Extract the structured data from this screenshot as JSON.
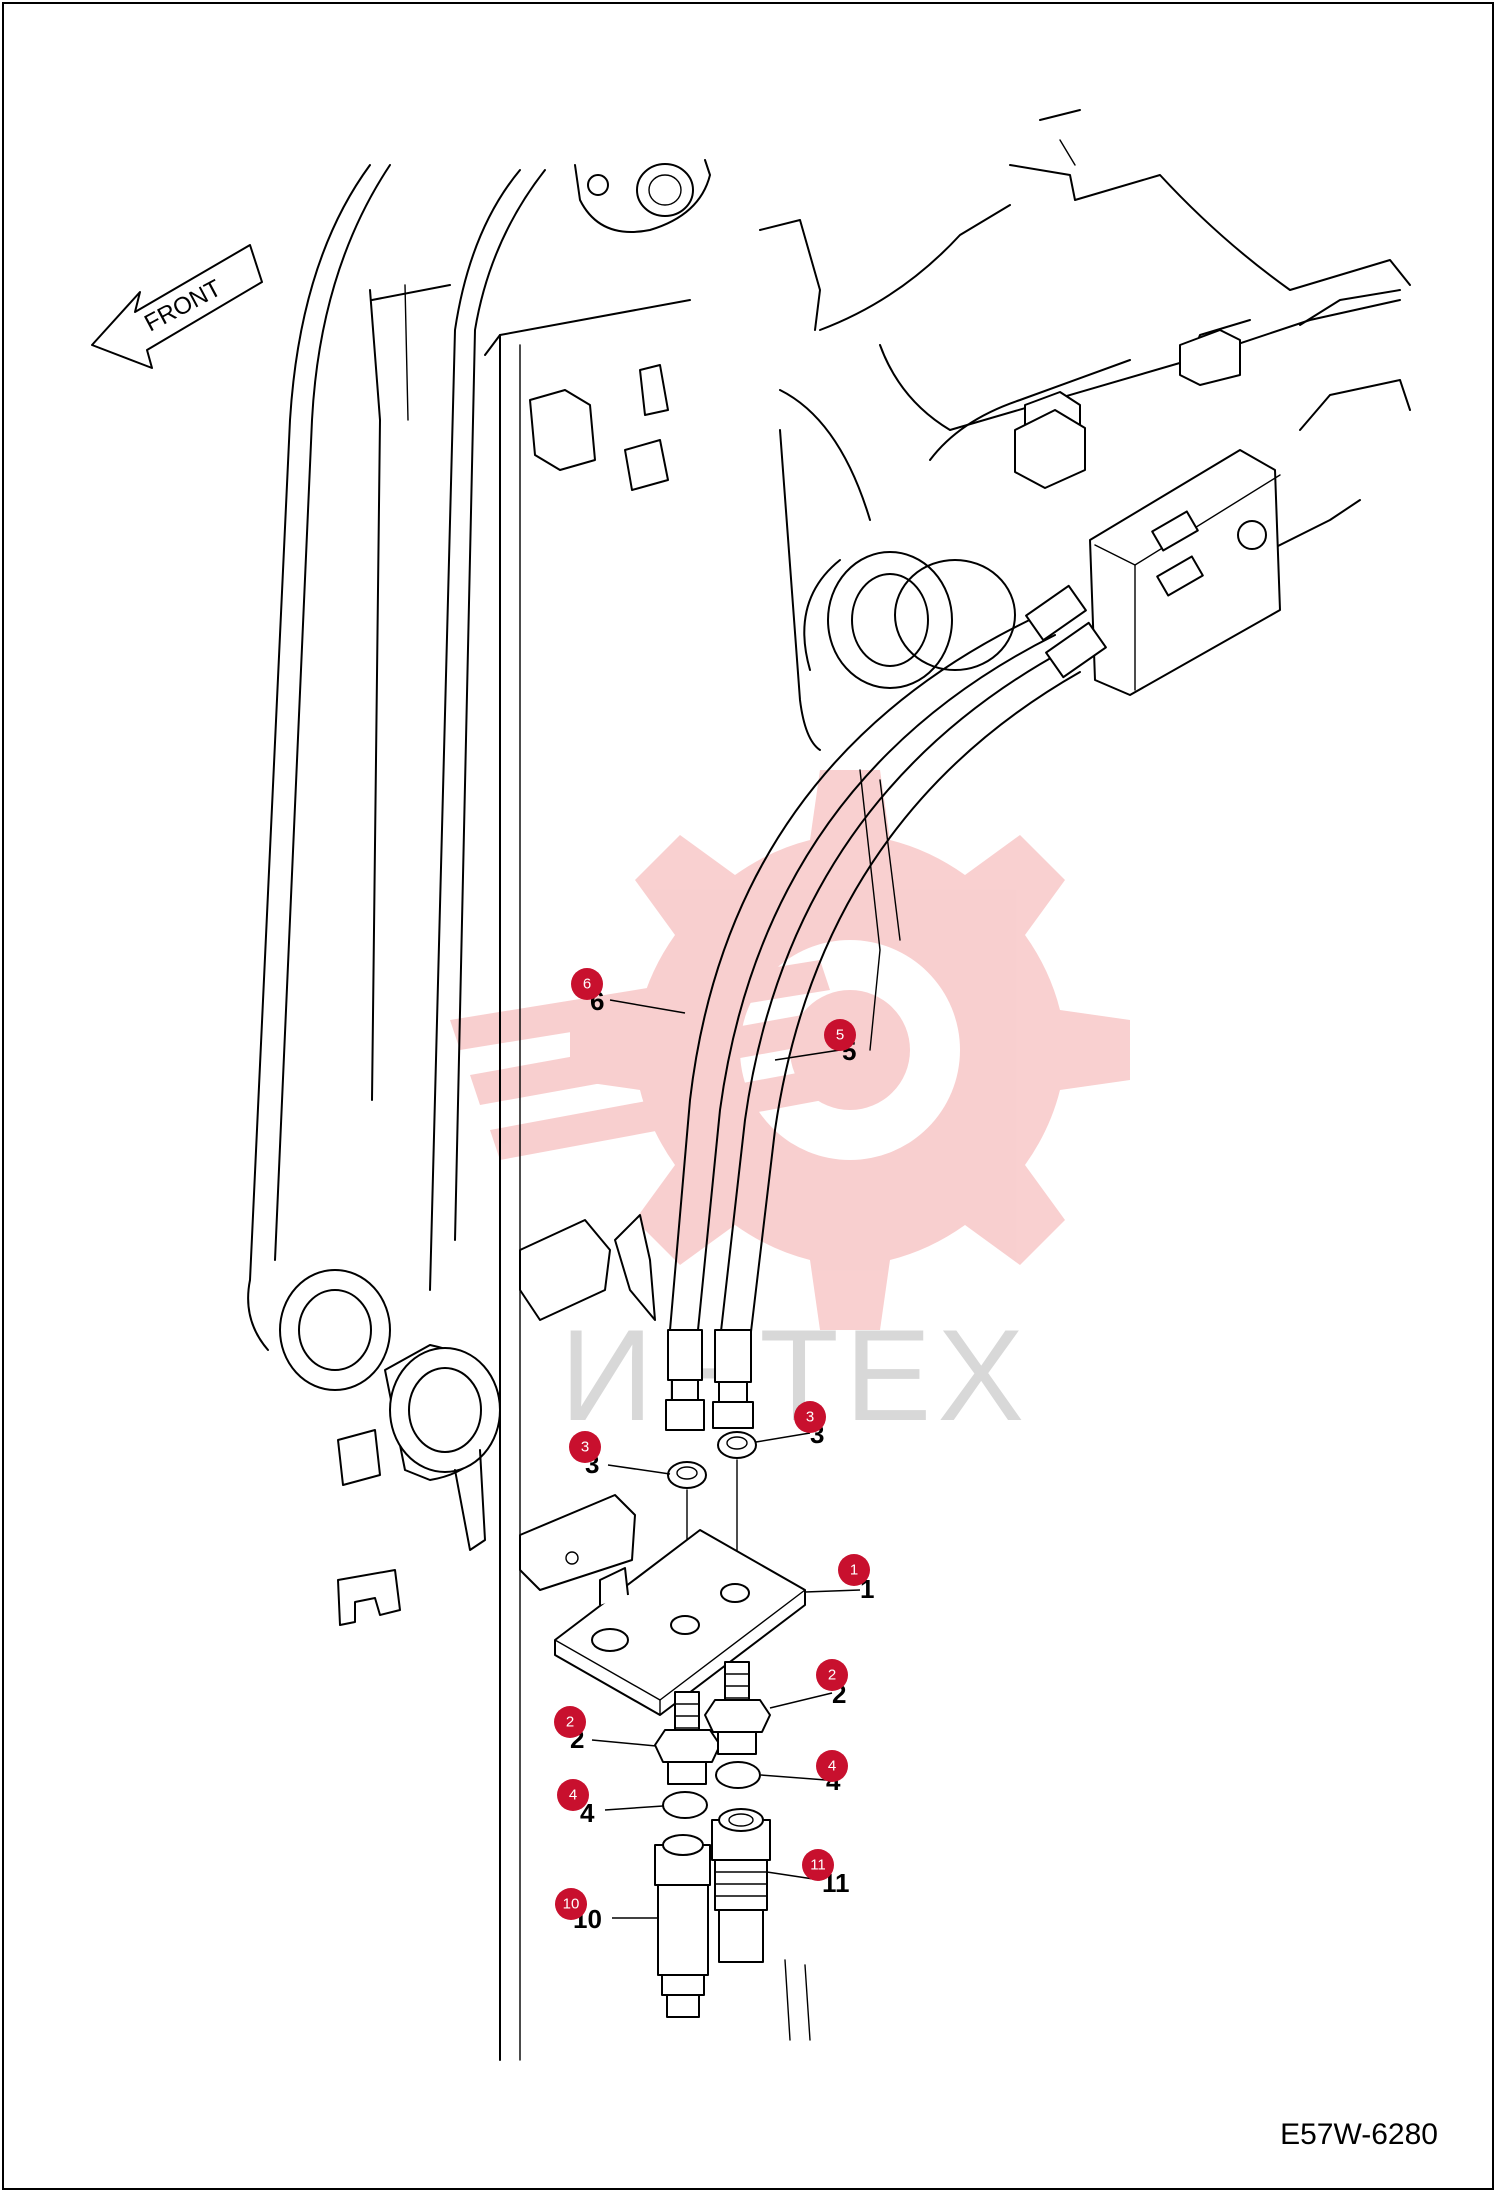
{
  "diagram": {
    "direction_label": "FRONT",
    "drawing_code": "E57W-6280",
    "watermark_text": "ИНТЕХ",
    "watermark_color": "#f4a9a9",
    "marker_color": "#c8102e",
    "callouts": [
      {
        "id": "c6",
        "marker": "6",
        "number": "6"
      },
      {
        "id": "c5",
        "marker": "5",
        "number": "5"
      },
      {
        "id": "c3a",
        "marker": "3",
        "number": "3"
      },
      {
        "id": "c3b",
        "marker": "3",
        "number": "3"
      },
      {
        "id": "c1",
        "marker": "1",
        "number": "1"
      },
      {
        "id": "c2a",
        "marker": "2",
        "number": "2"
      },
      {
        "id": "c2b",
        "marker": "2",
        "number": "2"
      },
      {
        "id": "c4a",
        "marker": "4",
        "number": "4"
      },
      {
        "id": "c4b",
        "marker": "4",
        "number": "4"
      },
      {
        "id": "c11",
        "marker": "11",
        "number": "11"
      },
      {
        "id": "c10",
        "marker": "10",
        "number": "10"
      }
    ]
  }
}
